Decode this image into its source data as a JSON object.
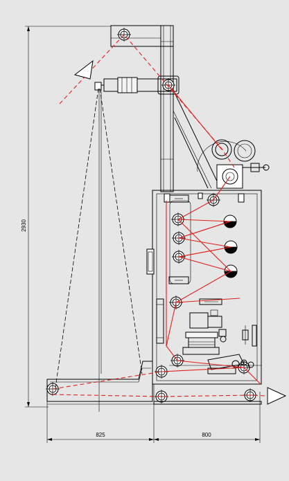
{
  "dimensions": {
    "height_label": "2930",
    "width_left_label": "825",
    "width_right_label": "800"
  },
  "colors": {
    "background": "#e6e6e6",
    "threadline": "#e0201b",
    "line": "#000000"
  }
}
